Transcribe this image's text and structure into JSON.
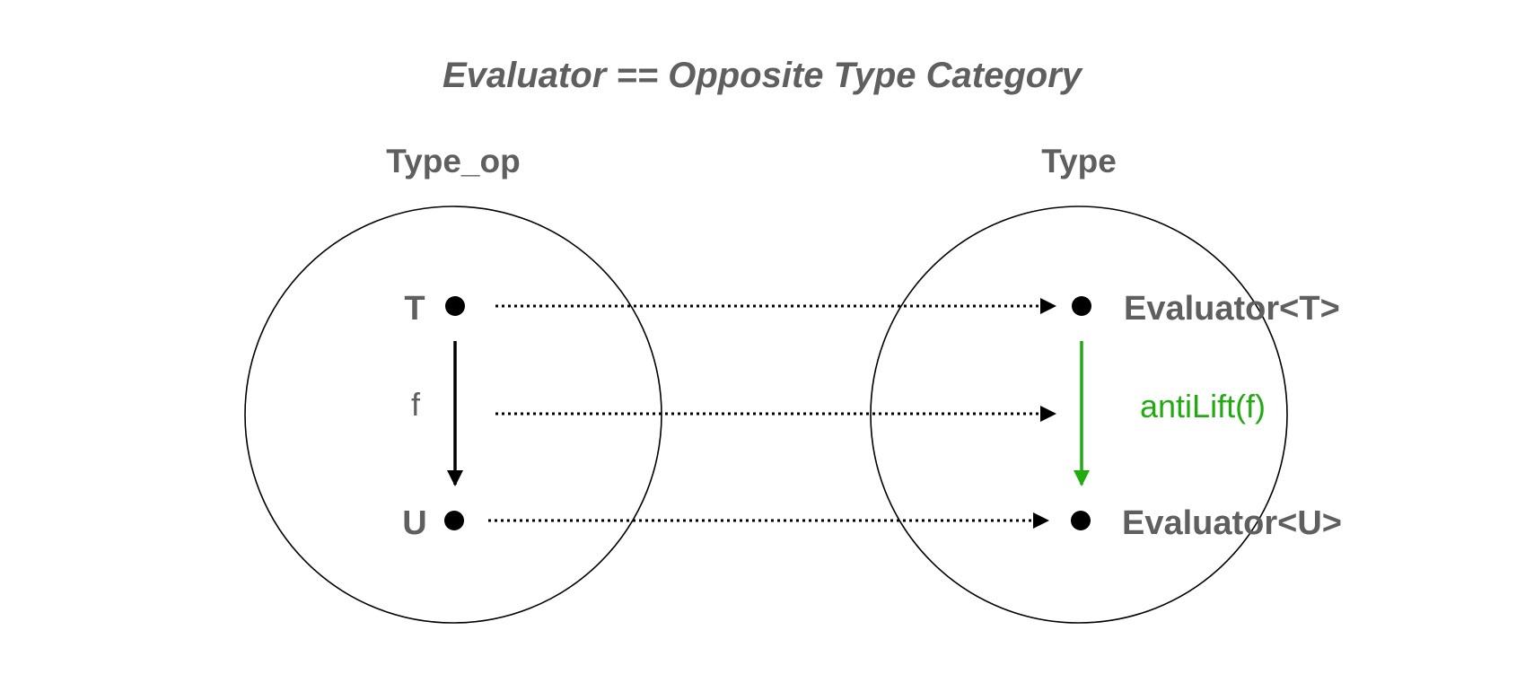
{
  "title": "Evaluator == Opposite Type Category",
  "categories": {
    "left": {
      "label": "Type_op"
    },
    "right": {
      "label": "Type"
    }
  },
  "objects": {
    "left_top": "T",
    "left_bottom": "U",
    "right_top": "Evaluator<T>",
    "right_bottom": "Evaluator<U>"
  },
  "morphisms": {
    "left": "f",
    "right": "antiLift(f)"
  },
  "colors": {
    "text": "#5f5f5f",
    "stroke": "#000000",
    "accent_green": "#22aa11"
  }
}
